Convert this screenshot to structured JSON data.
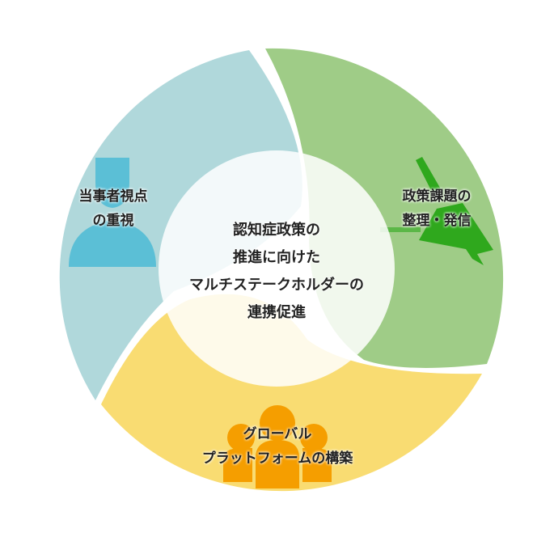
{
  "center_title": [
    "認知症政策の",
    "推進に向けた",
    "マルチステークホルダーの",
    "連携促進"
  ],
  "segments": [
    {
      "name": "blue",
      "lines": [
        "当事者視点",
        "の重視"
      ],
      "color": "#b0d8db",
      "icon": "person-icon",
      "icon_color": "#5bbfd6"
    },
    {
      "name": "green",
      "lines": [
        "政策課題の",
        "整理・発信"
      ],
      "color": "#9fcc87",
      "icon": "japan-map-icon",
      "icon_color": "#2fa81d"
    },
    {
      "name": "yellow",
      "lines": [
        "グローバル",
        "プラットフォームの構築"
      ],
      "color": "#f9dc72",
      "icon": "group-icon",
      "icon_color": "#f59e00"
    }
  ]
}
